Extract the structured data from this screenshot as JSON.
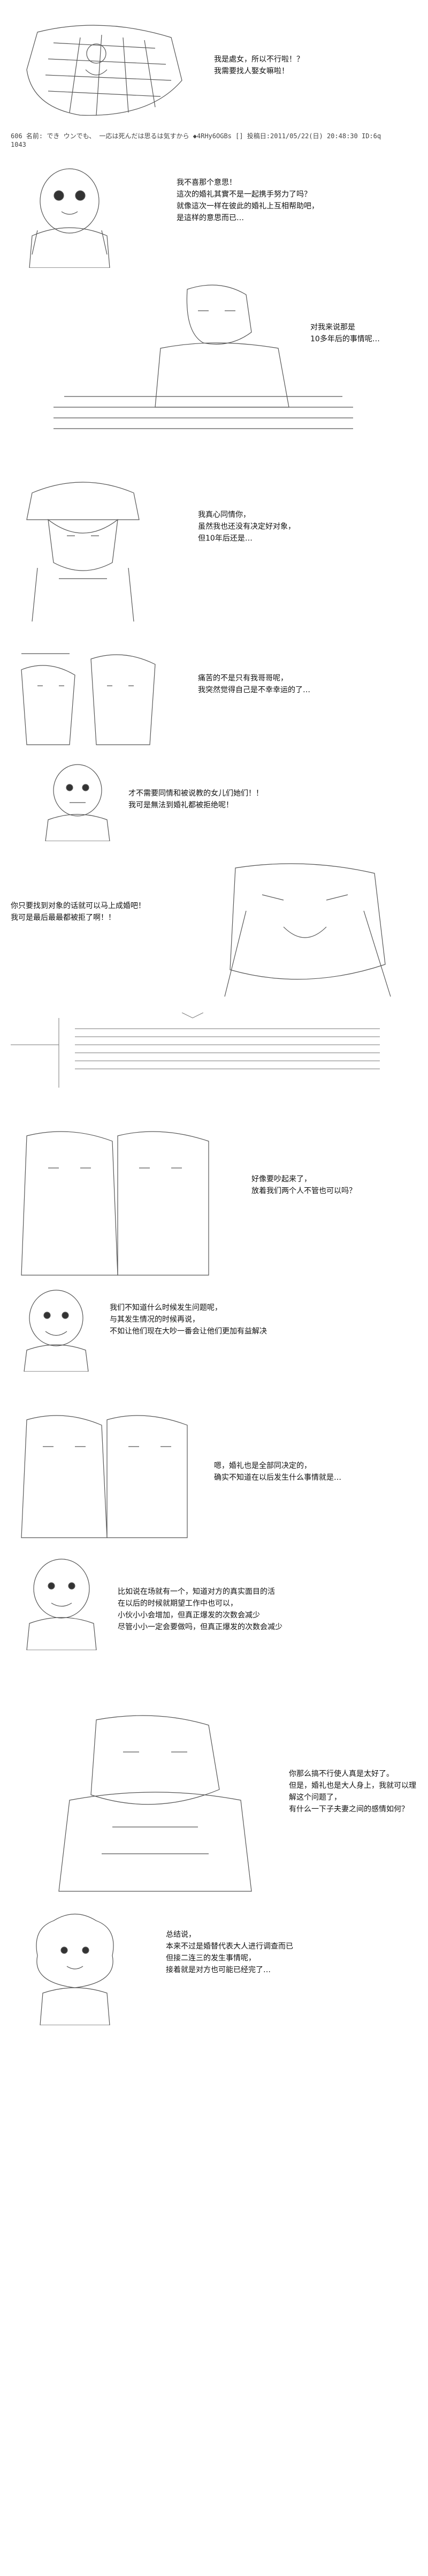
{
  "post_header": "606 名前: でき ウンでも、 一応は死んだは思るは気すから ◆4RHy6OGBs [] 投稿日:2011/05/22(日) 20:48:30 ID:6q",
  "post_header_2": "1043",
  "panels": [
    {
      "id": "p1",
      "text": "我是處女，所以不行啦！？\n我需要找人娶女嘛啦！"
    },
    {
      "id": "p2",
      "text": "我不喜那个意思！\n這次的婚礼其實不是一起携手努力了吗？\n就像這次一样在彼此的婚礼上互相帮助吧，\n是這样的意思而已…"
    },
    {
      "id": "p3",
      "text": "对我来说那是\n10多年后的事情呢…"
    },
    {
      "id": "p4",
      "text": "我真心同情你，\n虽然我也还没有决定好对象，\n但10年后还是…"
    },
    {
      "id": "p5",
      "text": "痛苦的不是只有我哥哥呢，\n我突然觉得自己是不幸幸运的了…"
    },
    {
      "id": "p6",
      "text": "才不需要同情和被说教的女儿们她们！！\n我可是無法到婚礼都被拒绝呢！"
    },
    {
      "id": "p7",
      "text": "你只要找到对象的话就可以马上成婚吧！\n我可是最后最最都被拒了啊！！"
    },
    {
      "id": "p8",
      "text": "好像要吵起来了，\n放着我们两个人不管也可以吗？"
    },
    {
      "id": "p9",
      "text": "我们不知道什么时候发生问题呢，\n与其发生情况的时候再说，\n不如让他们现在大吵一番会让他们更加有益解决"
    },
    {
      "id": "p10",
      "text": "嗯，婚礼也是全部同决定的，\n确实不知道在以后发生什么事情就是…"
    },
    {
      "id": "p11",
      "text": "比如说在场就有一个，知道对方的真实面目的活\n在以后的时候就期望工作中也可以，\n小伙小小会增加，但真正爆发的次数会减少\n尽管小小一定会要做吗，但真正爆发的次数会减少"
    },
    {
      "id": "p12",
      "text": "你那么搞不行使人真是太好了。\n但是，婚礼也是大人身上，我就可以理解这个问题了，\n有什么一下子夫妻之间的感情如何？"
    },
    {
      "id": "p13",
      "text": "总结说，\n本来不过是婚替代表大人进行调查而已\n但接二连三的发生事情呢，\n接着就是对方也可能已经完了…"
    }
  ],
  "colors": {
    "line": "#555555",
    "light": "#999999",
    "text": "#111111"
  }
}
